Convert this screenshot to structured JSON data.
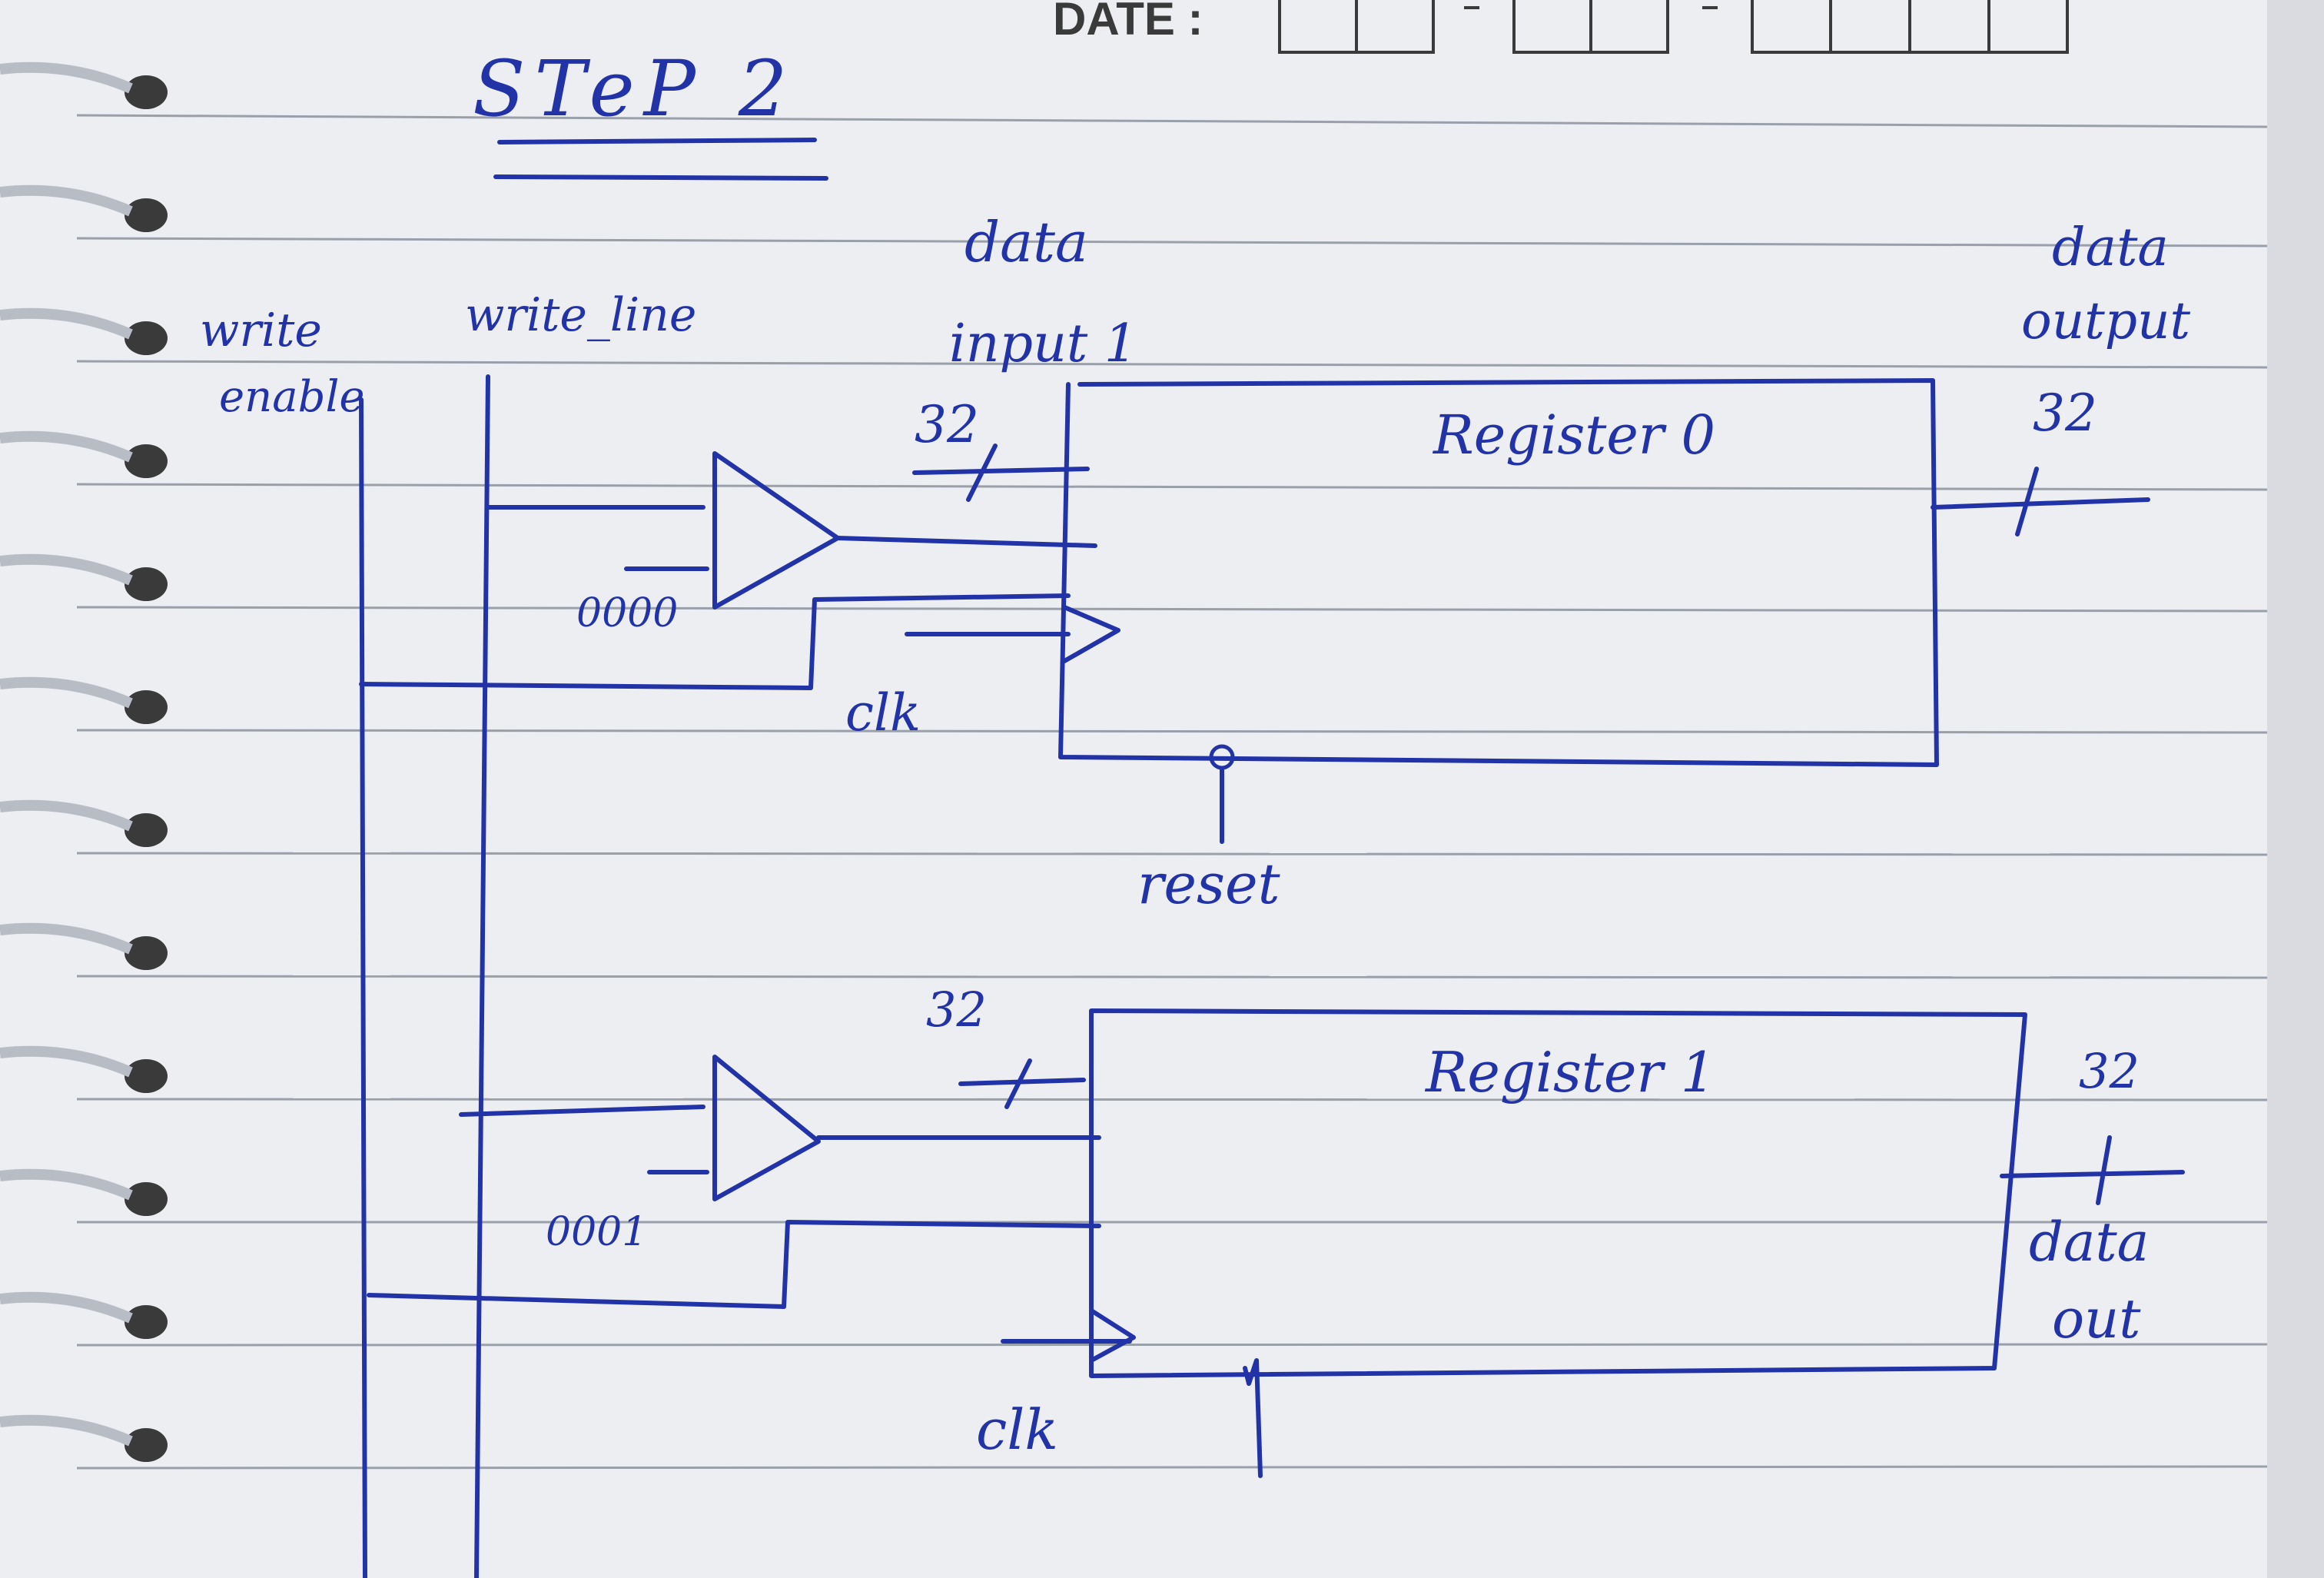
{
  "header": {
    "date_label": "DATE :"
  },
  "title": "STeP 2",
  "signals": {
    "write_enable": [
      "write",
      "enable"
    ],
    "write_line": "write_line",
    "data_input_1": [
      "data",
      "input 1"
    ],
    "data_output": [
      "data",
      "output"
    ],
    "reset": "reset",
    "clk_top": "clk",
    "clk_bottom": "clk",
    "data_out": [
      "data",
      "out"
    ]
  },
  "registers": [
    {
      "name": "Register 0",
      "input_width": "32",
      "output_width": "32",
      "address": "0000"
    },
    {
      "name": "Register 1",
      "input_width": "32",
      "output_width": "32",
      "address": "0001"
    }
  ],
  "colors": {
    "ink": "#2233a8",
    "paper": "#eceef1",
    "rule": "#9aa0aa"
  }
}
